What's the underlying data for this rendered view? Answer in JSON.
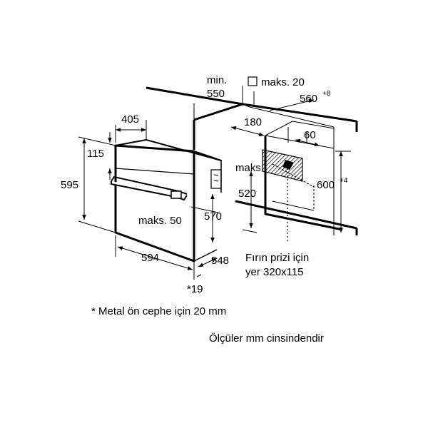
{
  "labels": {
    "min": "min.",
    "min_550": "550",
    "max20": "maks. 20",
    "dim560": "560",
    "dim560_tol": "+8",
    "dim405": "405",
    "dim180": "180",
    "dim60": "60",
    "dim115": "115",
    "dim595": "595",
    "max520_a": "maks.",
    "max520_b": "520",
    "dim600": "600",
    "dim600_tol": "+4",
    "dim570": "570",
    "max50": "maks. 50",
    "dim594": "594",
    "dim548": "548",
    "socket_1": "Fırın prizi için",
    "socket_2": "yer 320x115",
    "star19": "*19"
  },
  "notes": {
    "metal_front": "* Metal ön cephe için 20 mm",
    "units": "Ölçüler mm cinsindendir"
  },
  "colors": {
    "line": "#000000",
    "hatch": "#000000",
    "background": "#ffffff"
  }
}
